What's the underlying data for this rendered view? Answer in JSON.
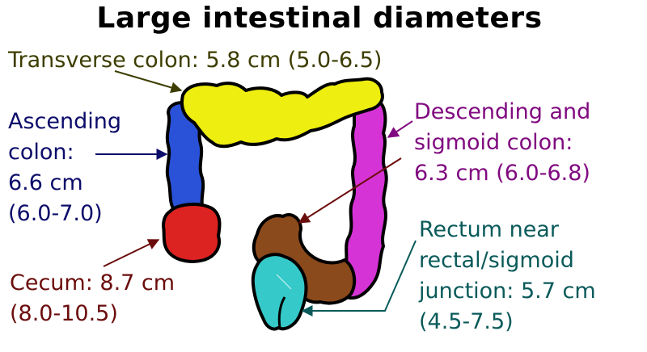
{
  "title": "Large intestinal diameters",
  "labels": {
    "transverse": {
      "lines": [
        "Transverse colon: 5.8 cm (5.0-6.5)"
      ],
      "color": "#3d3d00"
    },
    "ascending": {
      "lines": [
        "Ascending",
        "colon:",
        "6.6 cm",
        "(6.0-7.0)"
      ],
      "color": "#0c0c6a"
    },
    "descending": {
      "lines": [
        "Descending and",
        "sigmoid colon:",
        "6.3 cm (6.0-6.8)"
      ],
      "color": "#800a80"
    },
    "cecum": {
      "lines": [
        "Cecum: 8.7 cm",
        "(8.0-10.5)"
      ],
      "color": "#6b0c0c"
    },
    "rectum": {
      "lines": [
        "Rectum near",
        "rectal/sigmoid",
        "junction: 5.7 cm",
        "(4.5-7.5)"
      ],
      "color": "#0a5a5a"
    }
  },
  "segment_colors": {
    "transverse": "#eeee10",
    "ascending": "#2a52d8",
    "descending": "#d633d6",
    "cecum": "#dd2222",
    "sigmoid": "#8b4a1c",
    "rectum": "#35c9c9"
  }
}
